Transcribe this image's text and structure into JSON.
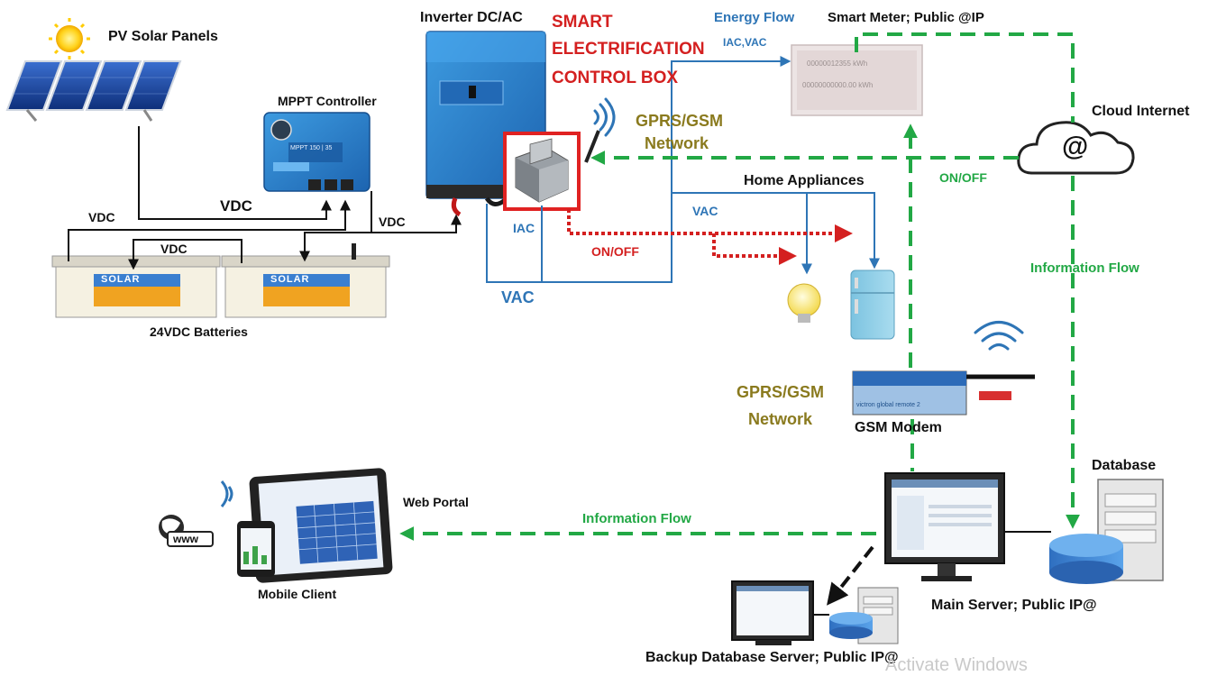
{
  "labels": {
    "pv_panels": "PV Solar Panels",
    "mppt": "MPPT Controller",
    "inverter": "Inverter DC/AC",
    "smart_box_1": "SMART",
    "smart_box_2": "ELECTRIFICATION",
    "smart_box_3": "CONTROL BOX",
    "energy_flow": "Energy Flow",
    "iac_vac": "IAC,VAC",
    "smart_meter": "Smart Meter; Public @IP",
    "cloud_internet": "Cloud Internet",
    "gprs_top_1": "GPRS/GSM",
    "gprs_top_2": "Network",
    "on_off_green": "ON/OFF",
    "home_appliances": "Home Appliances",
    "vdc_main": "VDC",
    "vdc_left": "VDC",
    "vdc_batt": "VDC",
    "vdc_right": "VDC",
    "iac": "IAC",
    "vac_right": "VAC",
    "on_off_red": "ON/OFF",
    "vac_bottom": "VAC",
    "batteries": "24VDC Batteries",
    "info_flow_right": "Information Flow",
    "gprs_bottom_1": "GPRS/GSM",
    "gprs_bottom_2": "Network",
    "gsm_modem": "GSM Modem",
    "database": "Database",
    "web_portal": "Web Portal",
    "info_flow_bottom": "Information Flow",
    "mobile_client": "Mobile Client",
    "main_server": "Main Server; Public IP@",
    "backup_server": "Backup Database Server; Public IP@",
    "battery_brand_1": "SOLAR",
    "battery_brand_2": "SOLAR",
    "www": "www",
    "cloud_at": "@",
    "meter_line_1": "00000012355 kWh",
    "meter_line_2": "00000000000.00 kWh",
    "mppt_display": "MPPT 150 | 35",
    "modem_text": "victron global remote 2",
    "watermark": "Activate Windows"
  },
  "colors": {
    "green_link": "#22a845",
    "blue_wire": "#2e75b6",
    "red_signal": "#d42020",
    "victron_blue": "#2a7fd4"
  }
}
